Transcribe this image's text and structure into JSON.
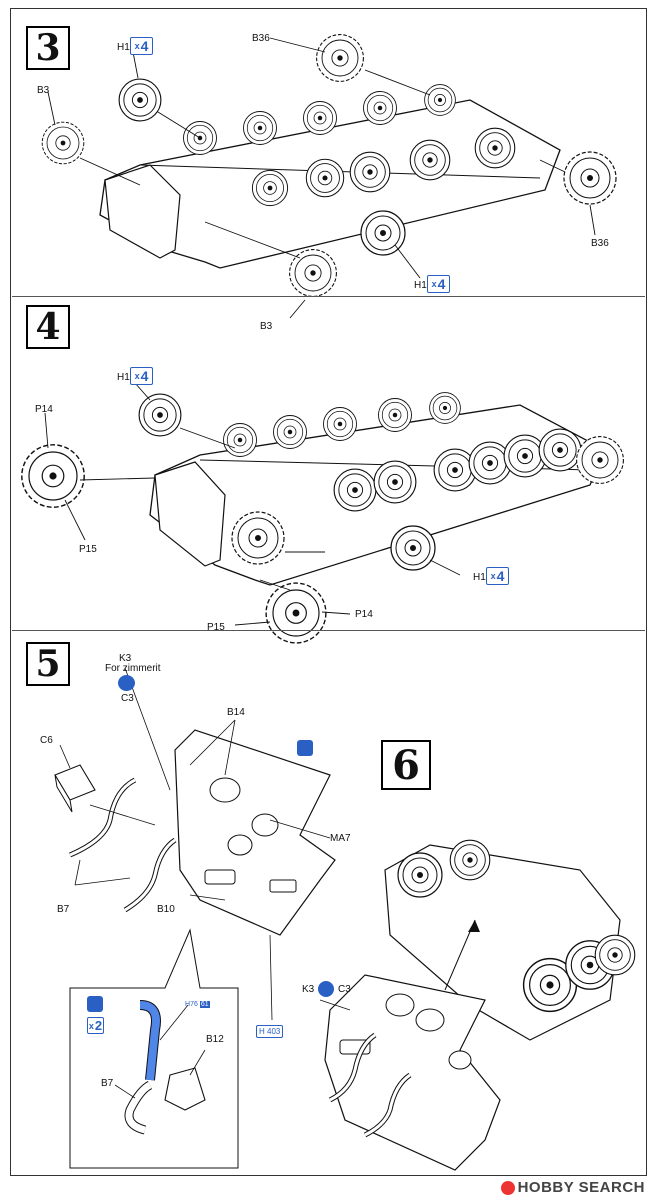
{
  "steps": {
    "s3": {
      "number": "3",
      "labels": {
        "h1_top": "H1",
        "h1_bottom": "H1",
        "b3_left": "B3",
        "b3_bottom": "B3",
        "b36_top": "B36",
        "b36_right": "B36"
      },
      "qty_top": "4",
      "qty_bottom": "4",
      "qty_prefix": "x"
    },
    "s4": {
      "number": "4",
      "labels": {
        "h1_top": "H1",
        "h1_bottom": "H1",
        "p14_left": "P14",
        "p15_left": "P15",
        "p15_bottom": "P15",
        "p14_bottom": "P14"
      },
      "qty_top": "4",
      "qty_bottom": "4",
      "qty_prefix": "x"
    },
    "s5": {
      "number": "5",
      "labels": {
        "k3": "K3",
        "zimmerit": "For zimmerit",
        "c3": "C3",
        "b14": "B14",
        "c6": "C6",
        "ma7": "MA7",
        "b7": "B7",
        "b10": "B10",
        "h403": "403",
        "h403_prefix": "H"
      },
      "inset": {
        "qty": "2",
        "qty_prefix": "x",
        "b12": "B12",
        "b7": "B7",
        "h76_prefix": "H",
        "h76": "76",
        "h76_suffix": "61"
      }
    },
    "s6": {
      "number": "6",
      "labels": {
        "k3": "K3",
        "c3": "C3"
      }
    }
  },
  "icons": {
    "s5_cement": "glue-drop-icon",
    "s5_paint": "paint-brush-icon",
    "s5_zimmerit": "zimmerit-part-icon",
    "s6_zimmerit": "zimmerit-part-icon"
  },
  "colors": {
    "accent": "#2a5fc4",
    "line": "#111111",
    "highlight": "#4f86e8"
  },
  "watermark": {
    "text": "HOBBY SEARCH"
  }
}
